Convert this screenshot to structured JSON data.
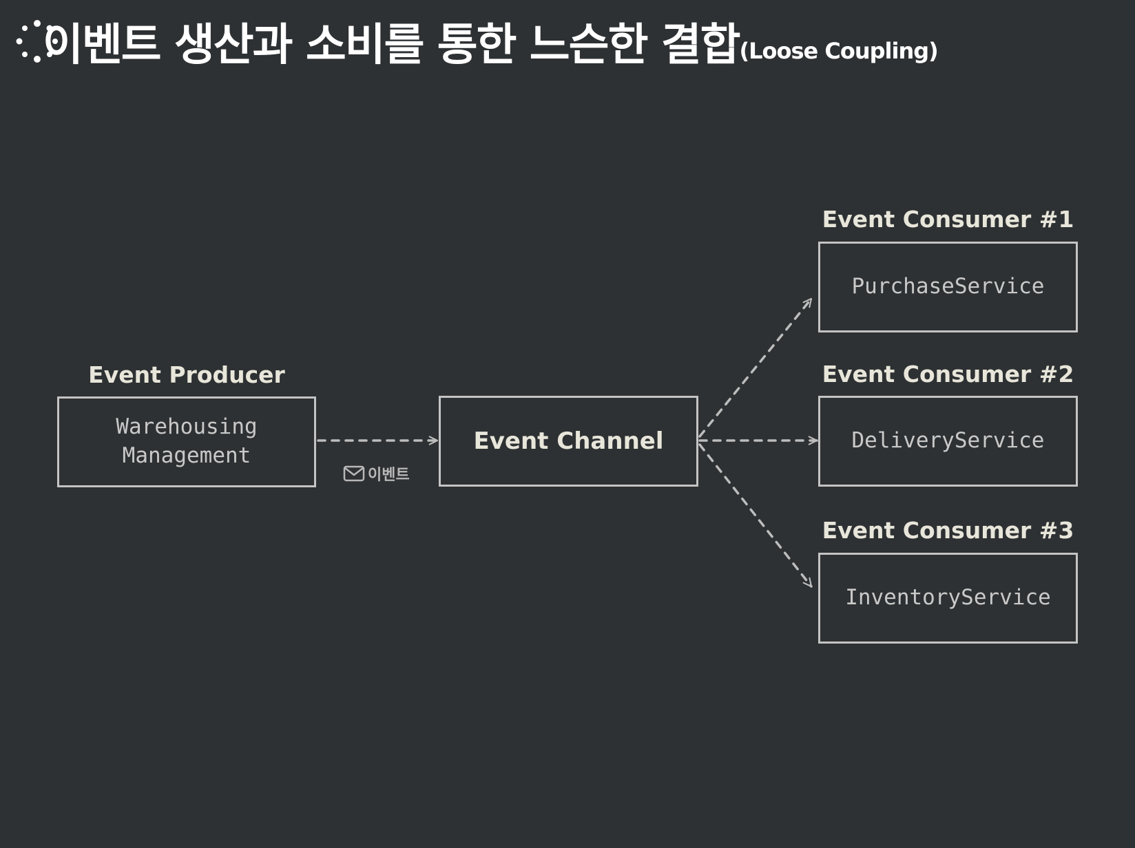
{
  "title": {
    "main": "이벤트 생산과 소비를 통한 느슨한 결합",
    "sub": "(Loose Coupling)"
  },
  "producer": {
    "label": "Event Producer",
    "service": "Warehousing\nManagement"
  },
  "channel": {
    "label": "Event Channel"
  },
  "consumers": [
    {
      "label": "Event Consumer #1",
      "service": "PurchaseService"
    },
    {
      "label": "Event Consumer #2",
      "service": "DeliveryService"
    },
    {
      "label": "Event Consumer #3",
      "service": "InventoryService"
    }
  ],
  "edge_label": "이벤트",
  "icons": {
    "title": "loading-spinner-icon",
    "edge": "envelope-icon"
  },
  "colors": {
    "background": "#2e3133",
    "box_border": "#c4c4c4",
    "arrow": "#bdbdbd",
    "label": "#e8e6da"
  }
}
